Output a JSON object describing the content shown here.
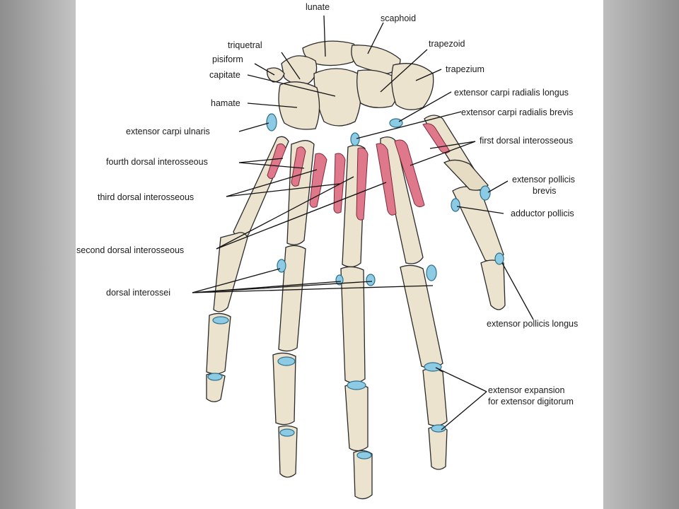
{
  "labels": {
    "lunate": "lunate",
    "scaphoid": "scaphoid",
    "triquetral": "triquetral",
    "pisiform": "pisiform",
    "capitate": "capitate",
    "trapezoid": "trapezoid",
    "trapezium": "trapezium",
    "hamate": "hamate",
    "ecrl": "extensor carpi radialis longus",
    "ecrb": "extensor carpi radialis brevis",
    "ecu": "extensor carpi ulnaris",
    "first_di": "first dorsal interosseous",
    "fourth_di": "fourth dorsal interosseous",
    "third_di": "third dorsal interosseous",
    "epb_1": "extensor pollicis",
    "epb_2": "brevis",
    "adductor": "adductor pollicis",
    "second_di": "second dorsal interosseous",
    "dorsal_int": "dorsal interossei",
    "epl": "extensor pollicis longus",
    "expansion_1": "extensor expansion",
    "expansion_2": "for extensor digitorum"
  },
  "colors": {
    "bone": "#ece3cf",
    "insertion": "#8ccbe3",
    "muscle": "#e0788c"
  }
}
